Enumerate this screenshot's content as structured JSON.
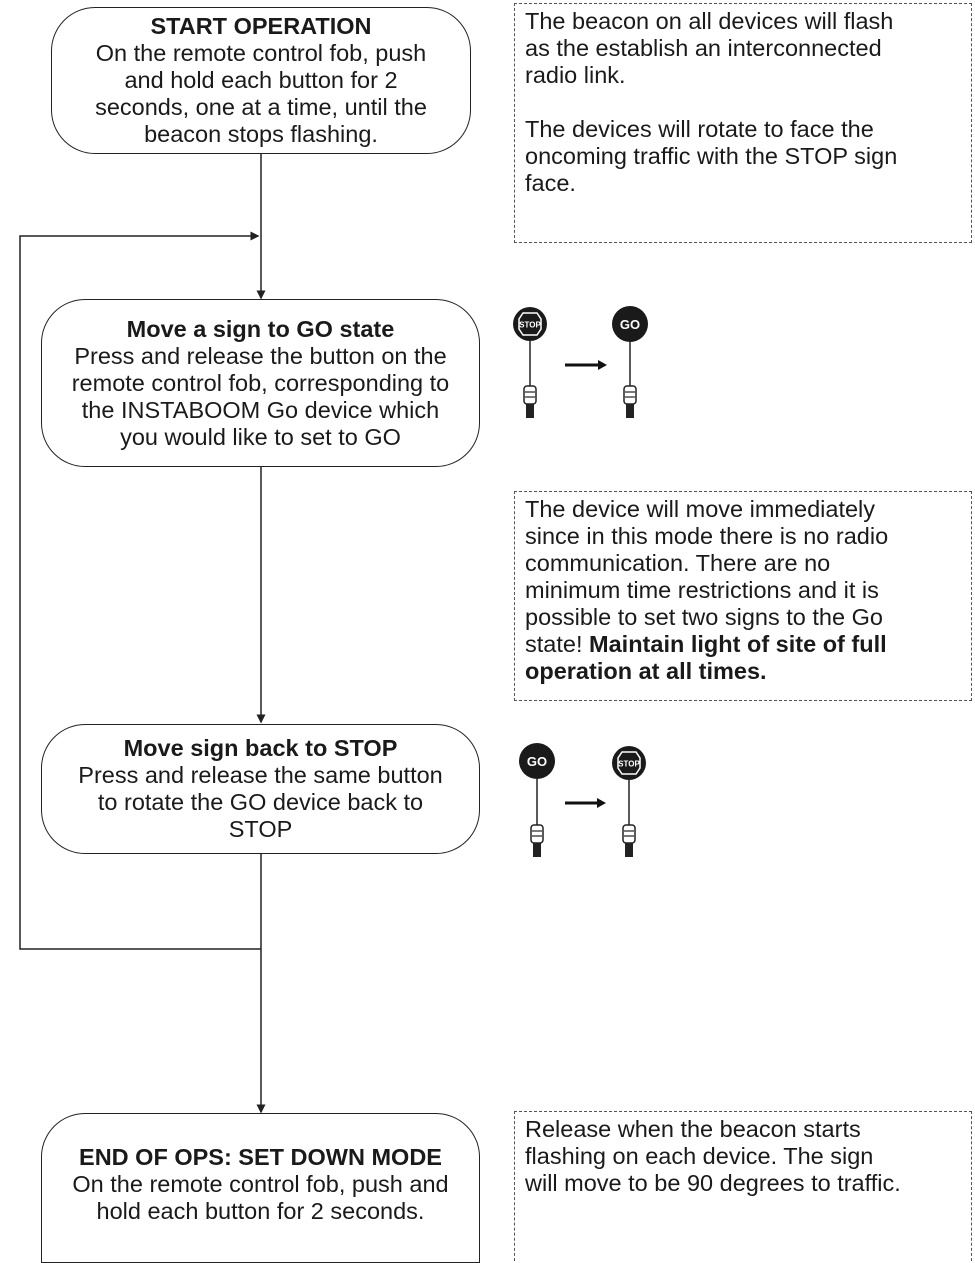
{
  "steps": [
    {
      "title": "START OPERATION",
      "lines": [
        "On the remote control fob, push",
        "and hold each button for 2",
        "seconds, one at a time, until the",
        "beacon stops flashing."
      ]
    },
    {
      "title": "Move a sign to GO state",
      "lines": [
        "Press and release the button on the",
        "remote control fob, corresponding to",
        "the INSTABOOM Go device which",
        "you would like to set to GO"
      ]
    },
    {
      "title": "Move sign back to STOP",
      "lines": [
        "Press and release the same button",
        "to rotate the GO device back to",
        "STOP"
      ]
    },
    {
      "title": "END OF OPS: SET DOWN MODE",
      "lines": [
        "On the remote control fob, push and",
        "hold each button for 2 seconds."
      ]
    }
  ],
  "notes": {
    "start": {
      "lines1": [
        "The beacon on all devices will flash",
        "as the establish an interconnected",
        "radio link."
      ],
      "lines2": [
        "The devices will rotate to face the",
        "oncoming traffic with the STOP sign",
        "face."
      ]
    },
    "go": {
      "lines": [
        "The device will move immediately",
        "since in this mode there is no radio",
        "communication.  There are no",
        "minimum time restrictions and it is",
        "possible to set two signs to the Go"
      ],
      "last_plain": "state! ",
      "bold1": "Maintain light of site of full",
      "bold2": "operation at all times."
    },
    "end": {
      "lines": [
        "Release when the beacon starts",
        "flashing on each device.  The sign",
        "will move to be 90 degrees to traffic."
      ]
    }
  },
  "signs": {
    "stop_label": "STOP",
    "go_label": "GO"
  }
}
